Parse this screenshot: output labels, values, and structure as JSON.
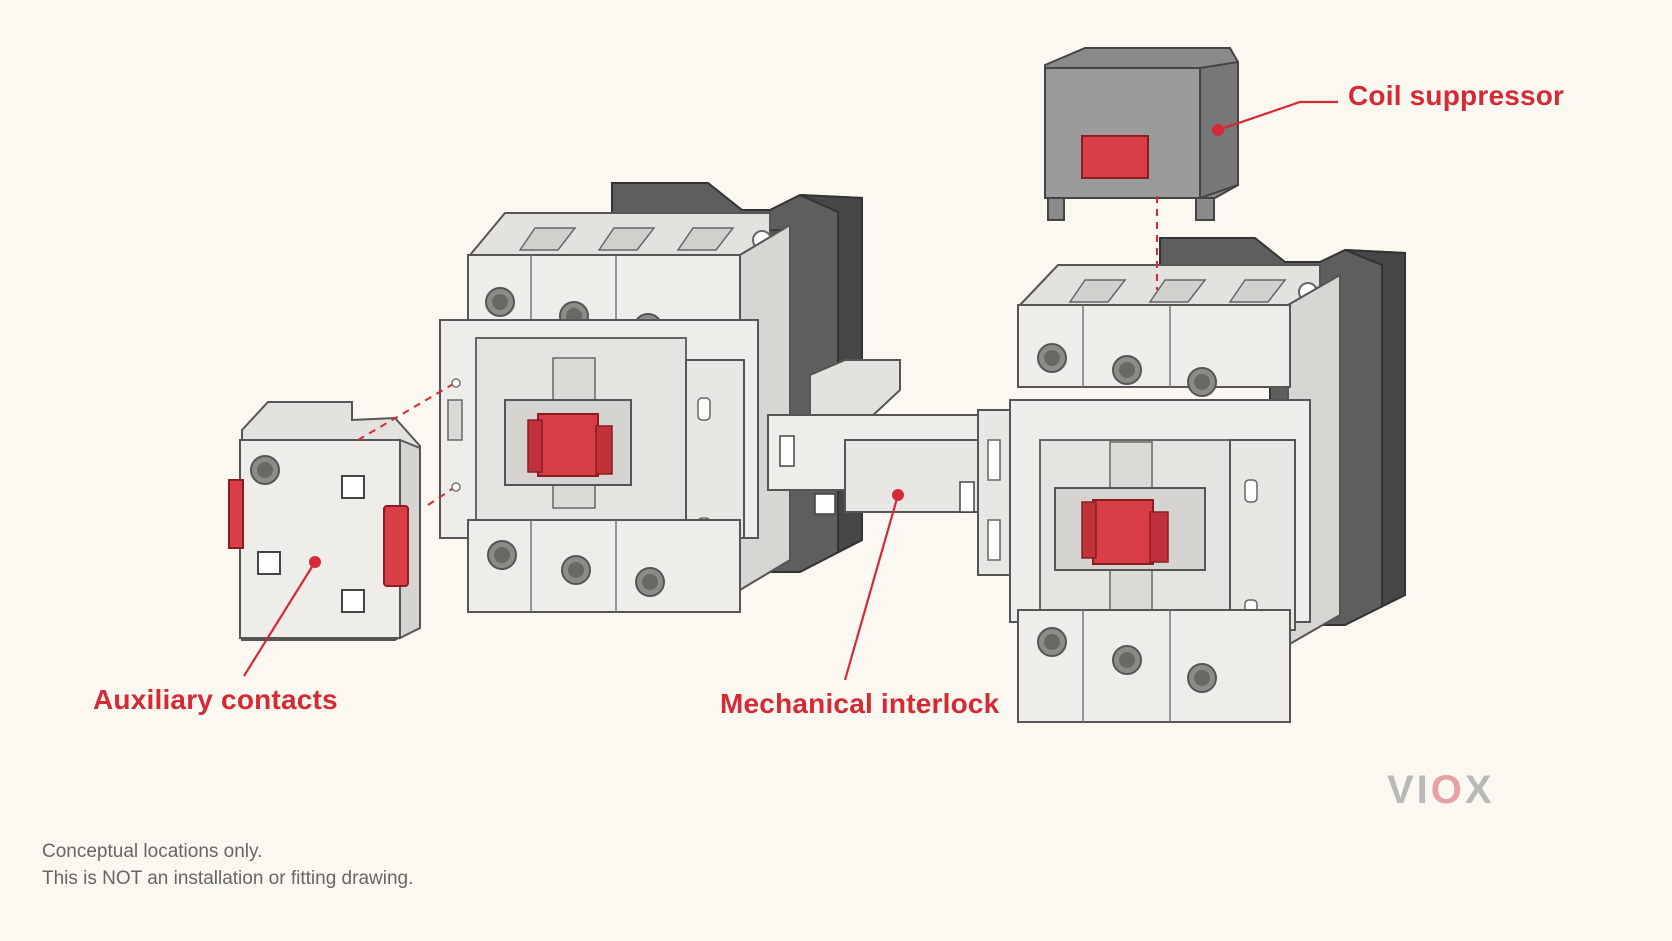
{
  "callouts": {
    "auxiliary_contacts": "Auxiliary contacts",
    "mechanical_interlock": "Mechanical interlock",
    "coil_suppressor": "Coil suppressor"
  },
  "disclaimer": {
    "line1": "Conceptual locations only.",
    "line2": "This is NOT an installation or fitting drawing."
  },
  "logo": {
    "part1": "VI",
    "part2": "O",
    "part3": "X"
  },
  "colors": {
    "accent_red": "#d42a35",
    "housing_light": "#eeece8",
    "housing_dark": "#5f5f5f",
    "background": "#fbf8f1"
  }
}
